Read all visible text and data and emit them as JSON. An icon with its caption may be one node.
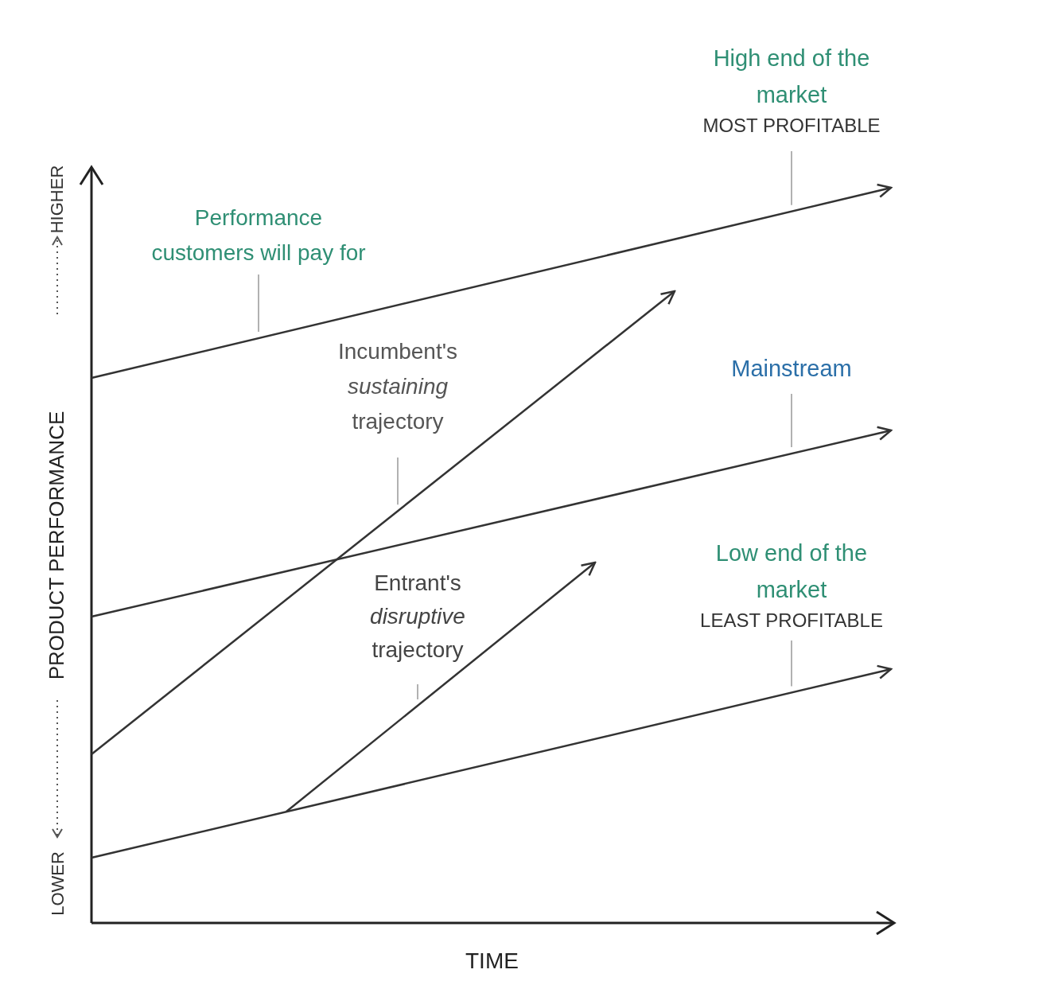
{
  "diagram": {
    "nodes": [
      {
        "text": [
          "Performance customers will pay for"
        ]
      },
      {
        "text": [
          "High end of the market",
          "MOST PROFITABLE"
        ]
      },
      {
        "text": [
          "Incumbent's *sustaining* trajectory"
        ]
      },
      {
        "text": [
          "Mainstream"
        ]
      },
      {
        "text": [
          "Entrant's *disruptive* trajectory"
        ]
      },
      {
        "text": [
          "Low end of the market",
          "LEAST PROFITABLE"
        ]
      }
    ],
    "edges": [
      {
        "from": 0,
        "to": null,
        "arrow": "none"
      },
      {
        "from": 1,
        "to": null,
        "arrow": "none"
      },
      {
        "from": 2,
        "to": null,
        "arrow": "none"
      },
      {
        "from": 3,
        "to": null,
        "arrow": "none"
      },
      {
        "from": 4,
        "to": null,
        "arrow": "none"
      },
      {
        "from": 5,
        "to": null,
        "arrow": "none"
      }
    ],
    "labels": [
      "PRODUCT PERFORMANCE",
      "HIGHER",
      "LOWER",
      "TIME"
    ]
  }
}
